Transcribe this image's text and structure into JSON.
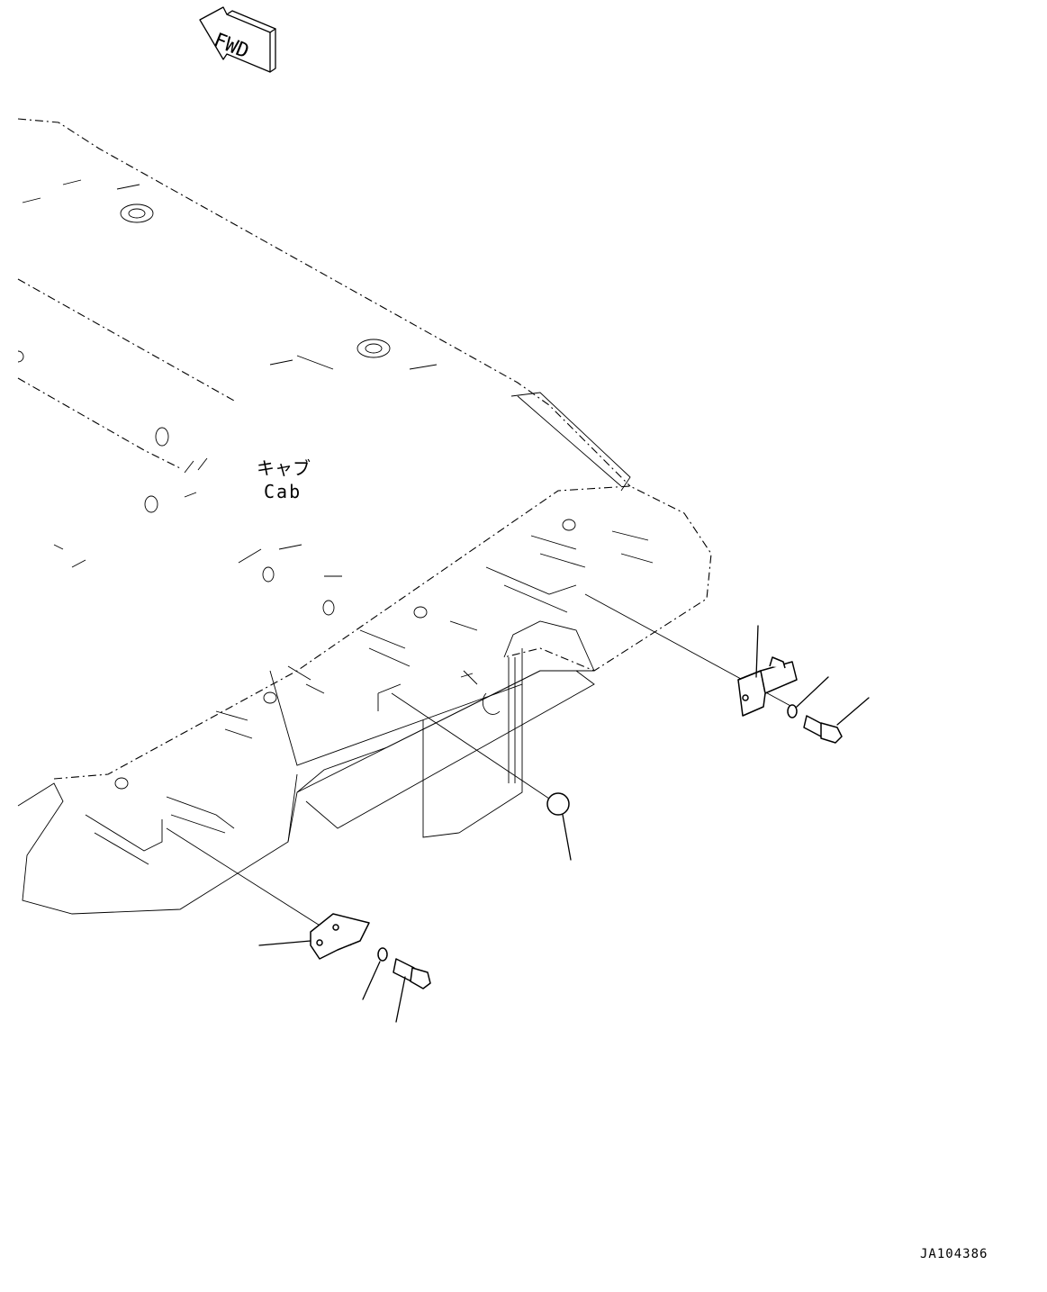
{
  "direction_marker": {
    "text": "FWD"
  },
  "cab_label": {
    "japanese": "キャブ",
    "english": "Cab"
  },
  "drawing_code": "JA104386"
}
